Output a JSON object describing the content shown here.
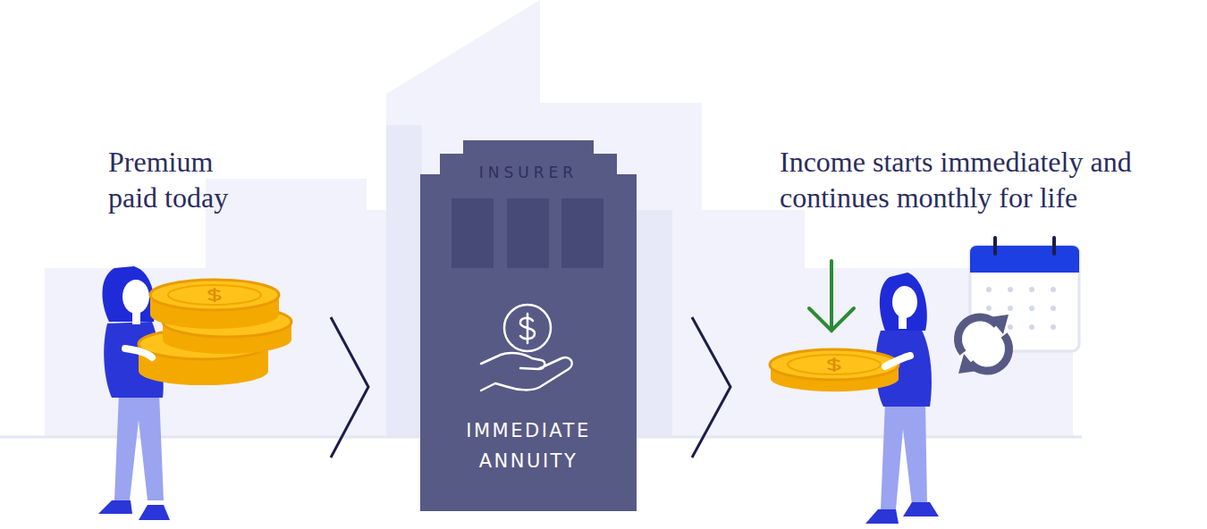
{
  "diagram": {
    "nodes": [
      {
        "text": [
          "INSURER",
          "IMMEDIATE ANNUITY"
        ]
      }
    ],
    "labels": [
      "Premium paid today",
      "Income starts immediately and continues monthly for life"
    ]
  }
}
